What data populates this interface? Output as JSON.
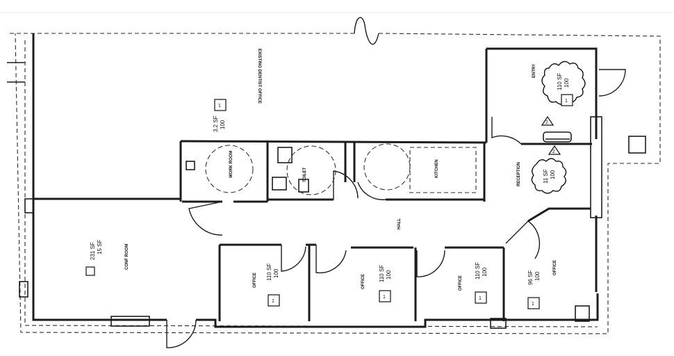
{
  "plan": {
    "rooms": {
      "existing_office": {
        "label": "EXISTING DENTIST OFFICE"
      },
      "entry": {
        "label": "ENTRY",
        "area": "110 SF",
        "occupancy": "100",
        "tag": "1",
        "revision": "2"
      },
      "reception": {
        "label": "RECEPTION",
        "area": "11 SF",
        "occupancy": "100",
        "revision": "2"
      },
      "work_room": {
        "label": "WORK ROOM",
        "area": "3.2 SF",
        "occupancy": "100",
        "tag": "1"
      },
      "toilet": {
        "label": "TOILET"
      },
      "kitchen": {
        "label": "KITCHEN"
      },
      "hall": {
        "label": "HALL"
      },
      "conference": {
        "label": "CONF ROOM",
        "area": "231 SF",
        "occupancy": "15 SF"
      },
      "office_1": {
        "label": "OFFICE",
        "area": "110 SF",
        "occupancy": "100",
        "tag": "1"
      },
      "office_2": {
        "label": "OFFICE",
        "area": "110 SF",
        "occupancy": "100",
        "tag": "1"
      },
      "office_3": {
        "label": "OFFICE",
        "area": "110 SF",
        "occupancy": "100",
        "tag": "1"
      },
      "office_4": {
        "label": "OFFICE",
        "area": "96 SF",
        "occupancy": "100",
        "tag": "1"
      }
    }
  }
}
